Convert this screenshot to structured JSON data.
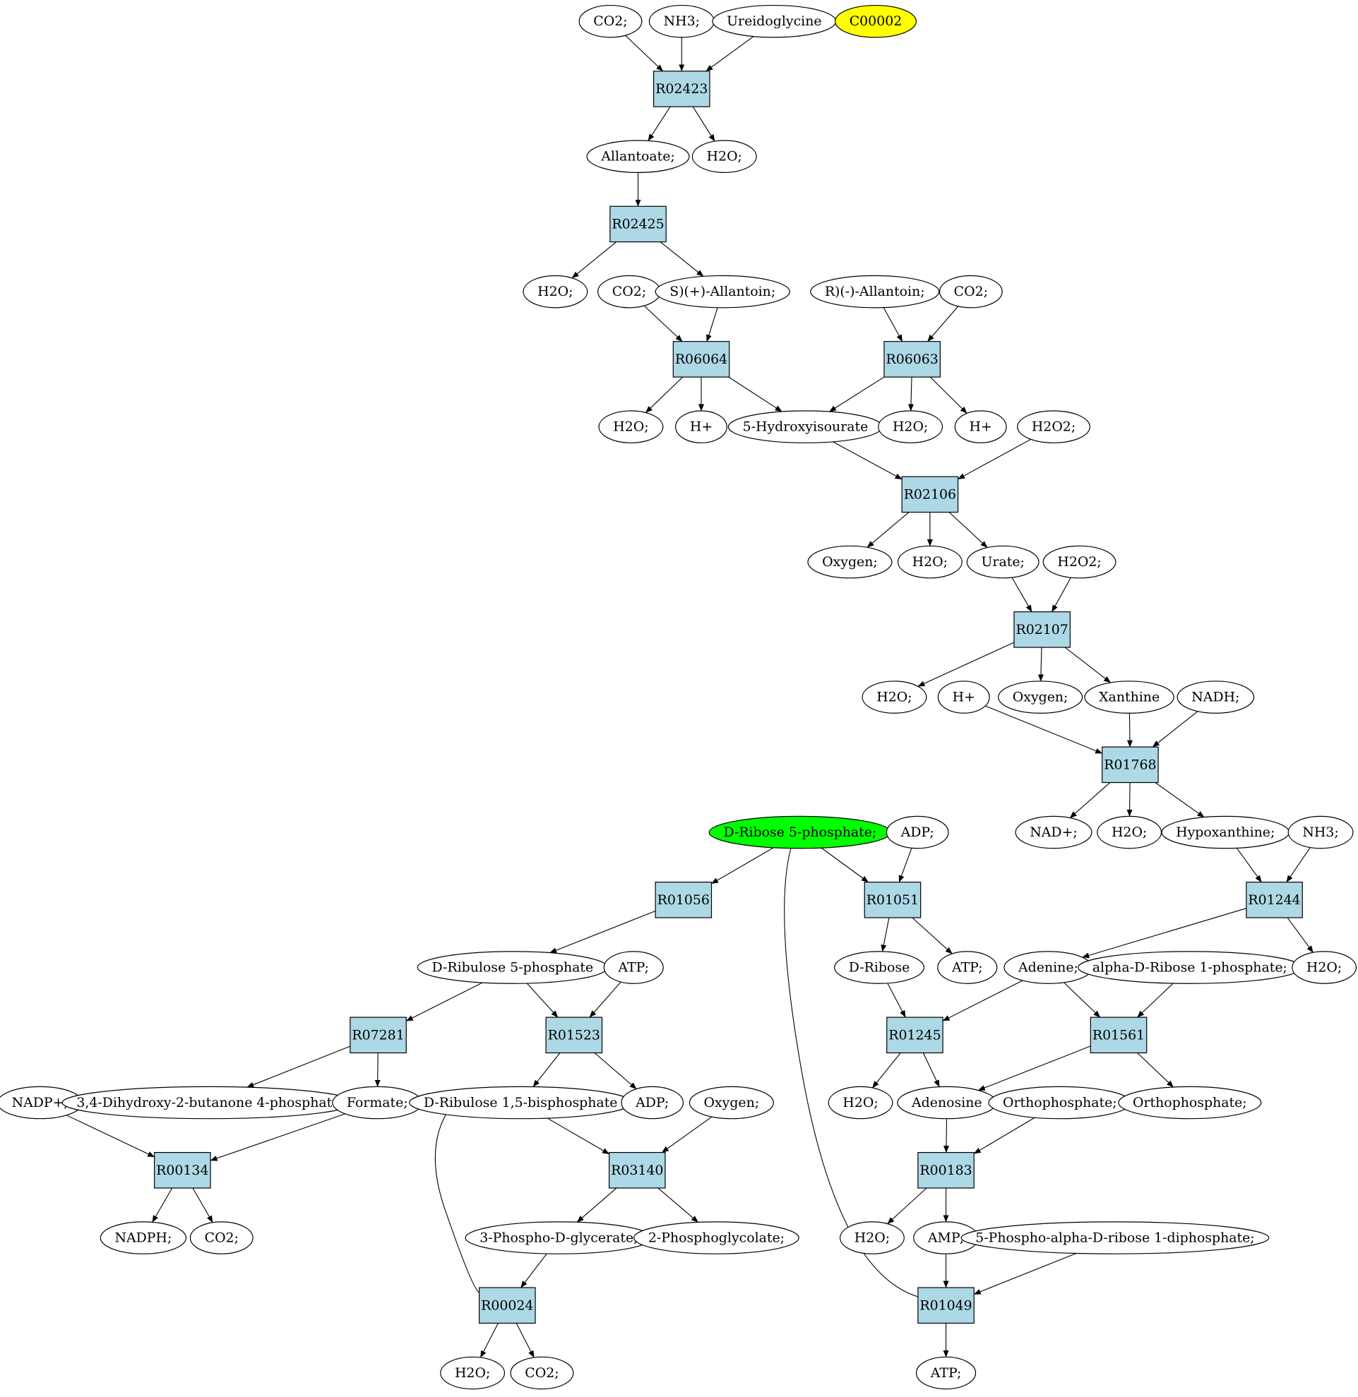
{
  "colors": {
    "reaction_fill": "#add8e6",
    "compound_fill": "#ffffff",
    "start_fill": "#00ff00",
    "target_fill": "#ffff00",
    "stroke": "#000000"
  },
  "nodes": [
    {
      "id": "c_co2_a",
      "kind": "compound",
      "label": "CO2;"
    },
    {
      "id": "c_nh3_a",
      "kind": "compound",
      "label": "NH3;"
    },
    {
      "id": "c_ureido",
      "kind": "compound",
      "label": "Ureidoglycine"
    },
    {
      "id": "c_c00002",
      "kind": "target",
      "label": "C00002"
    },
    {
      "id": "r_02423",
      "kind": "reaction",
      "label": "R02423"
    },
    {
      "id": "c_allantoate",
      "kind": "compound",
      "label": "Allantoate;"
    },
    {
      "id": "c_h2o_a",
      "kind": "compound",
      "label": "H2O;"
    },
    {
      "id": "r_02425",
      "kind": "reaction",
      "label": "R02425"
    },
    {
      "id": "c_h2o_b",
      "kind": "compound",
      "label": "H2O;"
    },
    {
      "id": "c_co2_b",
      "kind": "compound",
      "label": "CO2;"
    },
    {
      "id": "c_s_allantoin",
      "kind": "compound",
      "label": "S)(+)-Allantoin;"
    },
    {
      "id": "c_r_allantoin",
      "kind": "compound",
      "label": "R)(-)-Allantoin;"
    },
    {
      "id": "c_co2_c",
      "kind": "compound",
      "label": "CO2;"
    },
    {
      "id": "r_06064",
      "kind": "reaction",
      "label": "R06064"
    },
    {
      "id": "r_06063",
      "kind": "reaction",
      "label": "R06063"
    },
    {
      "id": "c_h2o_c",
      "kind": "compound",
      "label": "H2O;"
    },
    {
      "id": "c_hplus_a",
      "kind": "compound",
      "label": "H+"
    },
    {
      "id": "c_5hiu",
      "kind": "compound",
      "label": "5-Hydroxyisourate"
    },
    {
      "id": "c_h2o_d",
      "kind": "compound",
      "label": "H2O;"
    },
    {
      "id": "c_hplus_b",
      "kind": "compound",
      "label": "H+"
    },
    {
      "id": "c_h2o2_a",
      "kind": "compound",
      "label": "H2O2;"
    },
    {
      "id": "r_02106",
      "kind": "reaction",
      "label": "R02106"
    },
    {
      "id": "c_oxygen_a",
      "kind": "compound",
      "label": "Oxygen;"
    },
    {
      "id": "c_h2o_e",
      "kind": "compound",
      "label": "H2O;"
    },
    {
      "id": "c_urate",
      "kind": "compound",
      "label": "Urate;"
    },
    {
      "id": "c_h2o2_b",
      "kind": "compound",
      "label": "H2O2;"
    },
    {
      "id": "r_02107",
      "kind": "reaction",
      "label": "R02107"
    },
    {
      "id": "c_h2o_f",
      "kind": "compound",
      "label": "H2O;"
    },
    {
      "id": "c_hplus_c",
      "kind": "compound",
      "label": "H+"
    },
    {
      "id": "c_oxygen_b",
      "kind": "compound",
      "label": "Oxygen;"
    },
    {
      "id": "c_xanthine",
      "kind": "compound",
      "label": "Xanthine"
    },
    {
      "id": "c_nadh",
      "kind": "compound",
      "label": "NADH;"
    },
    {
      "id": "r_01768",
      "kind": "reaction",
      "label": "R01768"
    },
    {
      "id": "c_nadplus",
      "kind": "compound",
      "label": "NAD+;"
    },
    {
      "id": "c_h2o_g",
      "kind": "compound",
      "label": "H2O;"
    },
    {
      "id": "c_hypox",
      "kind": "compound",
      "label": "Hypoxanthine;"
    },
    {
      "id": "c_nh3_b",
      "kind": "compound",
      "label": "NH3;"
    },
    {
      "id": "c_rib5p",
      "kind": "start",
      "label": "D-Ribose 5-phosphate;"
    },
    {
      "id": "c_adp_a",
      "kind": "compound",
      "label": "ADP;"
    },
    {
      "id": "r_01056",
      "kind": "reaction",
      "label": "R01056"
    },
    {
      "id": "r_01051",
      "kind": "reaction",
      "label": "R01051"
    },
    {
      "id": "r_01244",
      "kind": "reaction",
      "label": "R01244"
    },
    {
      "id": "c_ru5p",
      "kind": "compound",
      "label": "D-Ribulose 5-phosphate"
    },
    {
      "id": "c_atp_a",
      "kind": "compound",
      "label": "ATP;"
    },
    {
      "id": "c_dribose",
      "kind": "compound",
      "label": "D-Ribose"
    },
    {
      "id": "c_atp_b",
      "kind": "compound",
      "label": "ATP;"
    },
    {
      "id": "c_adenine",
      "kind": "compound",
      "label": "Adenine;"
    },
    {
      "id": "c_ar1p",
      "kind": "compound",
      "label": "alpha-D-Ribose 1-phosphate;"
    },
    {
      "id": "c_h2o_h",
      "kind": "compound",
      "label": "H2O;"
    },
    {
      "id": "r_07281",
      "kind": "reaction",
      "label": "R07281"
    },
    {
      "id": "r_01523",
      "kind": "reaction",
      "label": "R01523"
    },
    {
      "id": "r_01245",
      "kind": "reaction",
      "label": "R01245"
    },
    {
      "id": "r_01561",
      "kind": "reaction",
      "label": "R01561"
    },
    {
      "id": "c_nadpplus",
      "kind": "compound",
      "label": "NADP+;"
    },
    {
      "id": "c_dhbp",
      "kind": "compound",
      "label": "3,4-Dihydroxy-2-butanone 4-phosphate"
    },
    {
      "id": "c_formate",
      "kind": "compound",
      "label": "Formate;"
    },
    {
      "id": "c_rubp",
      "kind": "compound",
      "label": "D-Ribulose 1,5-bisphosphate"
    },
    {
      "id": "c_adp_b",
      "kind": "compound",
      "label": "ADP;"
    },
    {
      "id": "c_oxygen_c",
      "kind": "compound",
      "label": "Oxygen;"
    },
    {
      "id": "c_h2o_i",
      "kind": "compound",
      "label": "H2O;"
    },
    {
      "id": "c_adenosine",
      "kind": "compound",
      "label": "Adenosine"
    },
    {
      "id": "c_ortho_a",
      "kind": "compound",
      "label": "Orthophosphate;"
    },
    {
      "id": "c_ortho_b",
      "kind": "compound",
      "label": "Orthophosphate;"
    },
    {
      "id": "r_00134",
      "kind": "reaction",
      "label": "R00134"
    },
    {
      "id": "r_03140",
      "kind": "reaction",
      "label": "R03140"
    },
    {
      "id": "r_00183",
      "kind": "reaction",
      "label": "R00183"
    },
    {
      "id": "c_nadph",
      "kind": "compound",
      "label": "NADPH;"
    },
    {
      "id": "c_co2_d",
      "kind": "compound",
      "label": "CO2;"
    },
    {
      "id": "c_3pg",
      "kind": "compound",
      "label": "3-Phospho-D-glycerate;"
    },
    {
      "id": "c_2pgl",
      "kind": "compound",
      "label": "2-Phosphoglycolate;"
    },
    {
      "id": "c_h2o_j",
      "kind": "compound",
      "label": "H2O;"
    },
    {
      "id": "c_amp",
      "kind": "compound",
      "label": "AMP;"
    },
    {
      "id": "c_prpp",
      "kind": "compound",
      "label": "5-Phospho-alpha-D-ribose 1-diphosphate;"
    },
    {
      "id": "r_00024",
      "kind": "reaction",
      "label": "R00024"
    },
    {
      "id": "r_01049",
      "kind": "reaction",
      "label": "R01049"
    },
    {
      "id": "c_h2o_k",
      "kind": "compound",
      "label": "H2O;"
    },
    {
      "id": "c_co2_e",
      "kind": "compound",
      "label": "CO2;"
    },
    {
      "id": "c_atp_c",
      "kind": "compound",
      "label": "ATP;"
    }
  ],
  "edges": [
    [
      "c_co2_a",
      "r_02423"
    ],
    [
      "c_nh3_a",
      "r_02423"
    ],
    [
      "c_ureido",
      "r_02423"
    ],
    [
      "r_02423",
      "c_allantoate"
    ],
    [
      "r_02423",
      "c_h2o_a"
    ],
    [
      "c_allantoate",
      "r_02425"
    ],
    [
      "r_02425",
      "c_h2o_b"
    ],
    [
      "r_02425",
      "c_s_allantoin"
    ],
    [
      "c_co2_b",
      "r_06064"
    ],
    [
      "c_s_allantoin",
      "r_06064"
    ],
    [
      "c_r_allantoin",
      "r_06063"
    ],
    [
      "c_co2_c",
      "r_06063"
    ],
    [
      "r_06064",
      "c_h2o_c"
    ],
    [
      "r_06064",
      "c_hplus_a"
    ],
    [
      "r_06064",
      "c_5hiu"
    ],
    [
      "r_06063",
      "c_5hiu"
    ],
    [
      "r_06063",
      "c_h2o_d"
    ],
    [
      "r_06063",
      "c_hplus_b"
    ],
    [
      "c_5hiu",
      "r_02106"
    ],
    [
      "c_h2o2_a",
      "r_02106"
    ],
    [
      "r_02106",
      "c_oxygen_a"
    ],
    [
      "r_02106",
      "c_h2o_e"
    ],
    [
      "r_02106",
      "c_urate"
    ],
    [
      "c_urate",
      "r_02107"
    ],
    [
      "c_h2o2_b",
      "r_02107"
    ],
    [
      "r_02107",
      "c_h2o_f"
    ],
    [
      "r_02107",
      "c_oxygen_b"
    ],
    [
      "r_02107",
      "c_xanthine"
    ],
    [
      "c_hplus_c",
      "r_01768"
    ],
    [
      "c_xanthine",
      "r_01768"
    ],
    [
      "c_nadh",
      "r_01768"
    ],
    [
      "r_01768",
      "c_nadplus"
    ],
    [
      "r_01768",
      "c_h2o_g"
    ],
    [
      "r_01768",
      "c_hypox"
    ],
    [
      "c_hypox",
      "r_01244"
    ],
    [
      "c_nh3_b",
      "r_01244"
    ],
    [
      "r_01244",
      "c_adenine"
    ],
    [
      "r_01244",
      "c_h2o_h"
    ],
    [
      "c_rib5p",
      "r_01056"
    ],
    [
      "c_rib5p",
      "r_01051"
    ],
    [
      "c_adp_a",
      "r_01051"
    ],
    [
      "r_01051",
      "c_dribose"
    ],
    [
      "r_01051",
      "c_atp_b"
    ],
    [
      "r_01056",
      "c_ru5p"
    ],
    [
      "c_ru5p",
      "r_07281"
    ],
    [
      "c_ru5p",
      "r_01523"
    ],
    [
      "c_atp_a",
      "r_01523"
    ],
    [
      "r_07281",
      "c_dhbp"
    ],
    [
      "r_07281",
      "c_formate"
    ],
    [
      "r_01523",
      "c_rubp"
    ],
    [
      "r_01523",
      "c_adp_b"
    ],
    [
      "c_dribose",
      "r_01245"
    ],
    [
      "c_adenine",
      "r_01245"
    ],
    [
      "c_adenine",
      "r_01561"
    ],
    [
      "c_ar1p",
      "r_01561"
    ],
    [
      "r_01245",
      "c_h2o_i"
    ],
    [
      "r_01245",
      "c_adenosine"
    ],
    [
      "r_01561",
      "c_adenosine"
    ],
    [
      "r_01561",
      "c_ortho_b"
    ],
    [
      "c_nadpplus",
      "r_00134"
    ],
    [
      "c_formate",
      "r_00134"
    ],
    [
      "r_00134",
      "c_nadph"
    ],
    [
      "r_00134",
      "c_co2_d"
    ],
    [
      "c_rubp",
      "r_03140"
    ],
    [
      "c_oxygen_c",
      "r_03140"
    ],
    [
      "r_03140",
      "c_3pg"
    ],
    [
      "r_03140",
      "c_2pgl"
    ],
    [
      "c_3pg",
      "r_00024"
    ],
    [
      "r_00024",
      "c_rubp",
      "curve"
    ],
    [
      "r_00024",
      "c_h2o_k"
    ],
    [
      "r_00024",
      "c_co2_e"
    ],
    [
      "c_adenosine",
      "r_00183"
    ],
    [
      "c_ortho_a",
      "r_00183"
    ],
    [
      "r_00183",
      "c_h2o_j"
    ],
    [
      "r_00183",
      "c_amp"
    ],
    [
      "c_amp",
      "r_01049"
    ],
    [
      "c_prpp",
      "r_01049"
    ],
    [
      "r_01049",
      "c_rib5p",
      "curve"
    ],
    [
      "r_01049",
      "c_atp_c"
    ]
  ]
}
